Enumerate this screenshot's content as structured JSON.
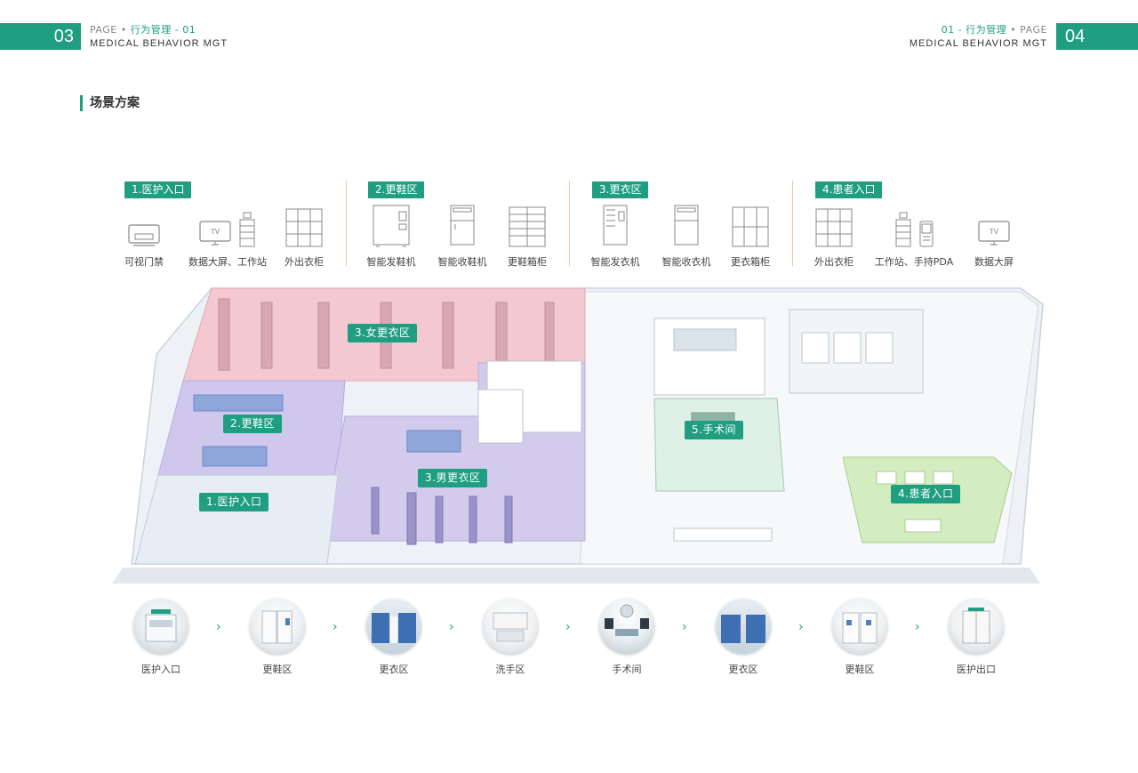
{
  "header": {
    "left_page": "03",
    "left_crumb_prefix": "PAGE",
    "left_crumb": "行为管理 - 01",
    "right_crumb": "01 - 行为管理",
    "right_crumb_suffix": "PAGE",
    "subtitle": "MEDICAL BEHAVIOR MGT",
    "right_page": "04",
    "dot": "•"
  },
  "section_title": "场景方案",
  "groups": [
    {
      "tag": "1.医护入口",
      "devices": [
        "可视门禁",
        "数据大屏、工作站",
        "外出衣柜"
      ]
    },
    {
      "tag": "2.更鞋区",
      "devices": [
        "智能发鞋机",
        "智能收鞋机",
        "更鞋箱柜"
      ]
    },
    {
      "tag": "3.更衣区",
      "devices": [
        "智能发衣机",
        "智能收衣机",
        "更衣箱柜"
      ]
    },
    {
      "tag": "4.患者入口",
      "devices": [
        "外出衣柜",
        "工作站、手持PDA",
        "数据大屏"
      ]
    }
  ],
  "tv_text": "TV",
  "zones": {
    "female": "3.女更衣区",
    "shoe": "2.更鞋区",
    "male": "3.男更衣区",
    "entrance": "1.医护入口",
    "surgery": "5.手术间",
    "patient": "4.患者入口"
  },
  "flow": [
    "医护入口",
    "更鞋区",
    "更衣区",
    "洗手区",
    "手术间",
    "更衣区",
    "更鞋区",
    "医护出口"
  ],
  "flow_arrow": "›",
  "colors": {
    "accent": "#1f9e82",
    "pink_zone": "#f3c8d0",
    "purple_zone": "#cfc8ec",
    "green_zone": "#d3ecc0"
  }
}
